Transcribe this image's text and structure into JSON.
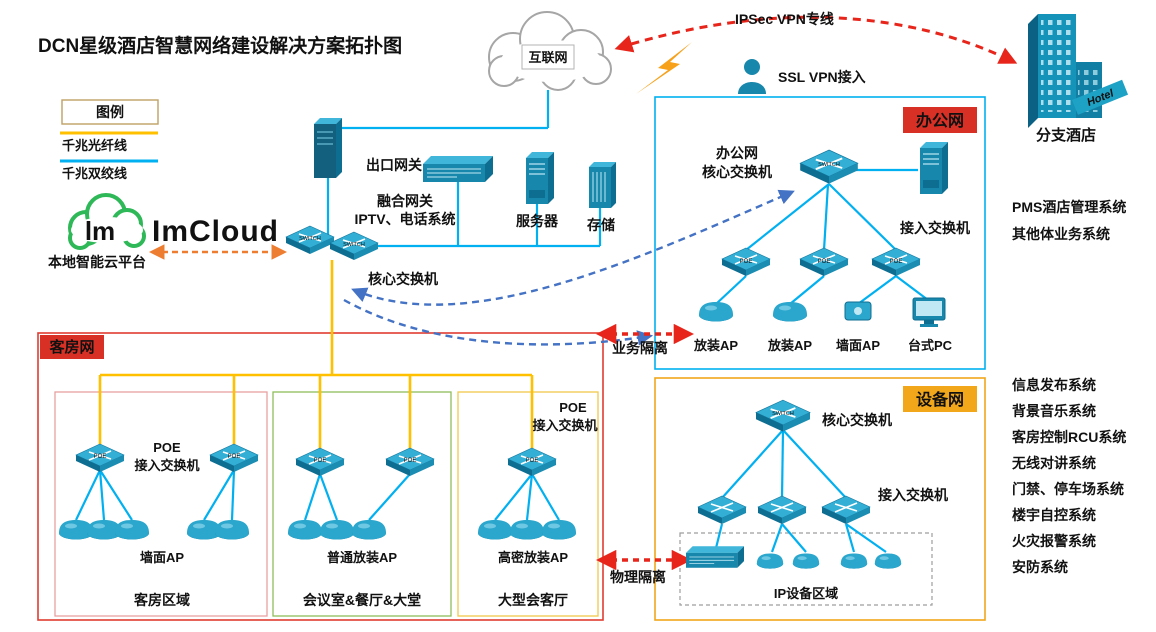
{
  "title": "DCN星级酒店智慧网络建设解决方案拓扑图",
  "colors": {
    "fiber": "#FFC000",
    "copper": "#00B0F0",
    "alert_red": "#E8251B",
    "dashed_blue": "#4472C4",
    "orange_link": "#ED7D31",
    "device_teal": "#1787AC",
    "panel_office": "#00B0F0",
    "panel_guest": "#E03C31",
    "panel_device": "#F2A71B",
    "imcloud_green": "#2EB857"
  },
  "legend": {
    "title": "图例",
    "fiber_label": "千兆光纤线",
    "copper_label": "千兆双绞线"
  },
  "top": {
    "internet": "互联网",
    "ipsec": "IPSec VPN专线",
    "ssl": "SSL VPN接入",
    "branch": "分支酒店",
    "hotel": "Hotel"
  },
  "cloud_platform": {
    "logo": "lm",
    "brand": "ImCloud",
    "label": "本地智能云平台"
  },
  "core_area": {
    "exit_gateway": "出口网关",
    "fusion_line1": "融合网关",
    "fusion_line2": "IPTV、电话系统",
    "server": "服务器",
    "storage": "存储",
    "core_switch": "核心交换机"
  },
  "office": {
    "title": "办公网",
    "core_line1": "办公网",
    "core_line2": "核心交换机",
    "access": "接入交换机",
    "ap1": "放装AP",
    "ap2": "放装AP",
    "ap3": "墙面AP",
    "pc": "台式PC"
  },
  "guest": {
    "title": "客房网",
    "z1_poe1": "POE",
    "z1_poe2": "接入交换机",
    "z1_ap": "墙面AP",
    "z1_area": "客房区域",
    "z2_ap": "普通放装AP",
    "z2_area": "会议室&餐厅&大堂",
    "z3_poe1": "POE",
    "z3_poe2": "接入交换机",
    "z3_ap": "高密放装AP",
    "z3_area": "大型会客厅"
  },
  "device_net": {
    "title": "设备网",
    "core": "核心交换机",
    "access": "接入交换机",
    "area": "IP设备区域"
  },
  "isolation": {
    "business": "业务隔离",
    "physical": "物理隔离"
  },
  "side": {
    "pms": "PMS酒店管理系统",
    "other": "其他体业务系统",
    "systems": [
      "信息发布系统",
      "背景音乐系统",
      "客房控制RCU系统",
      "无线对讲系统",
      "门禁、停车场系统",
      "楼宇自控系统",
      "火灾报警系统",
      "安防系统"
    ]
  },
  "icon_text": {
    "poe": "POE",
    "switch": "SWITCH"
  }
}
